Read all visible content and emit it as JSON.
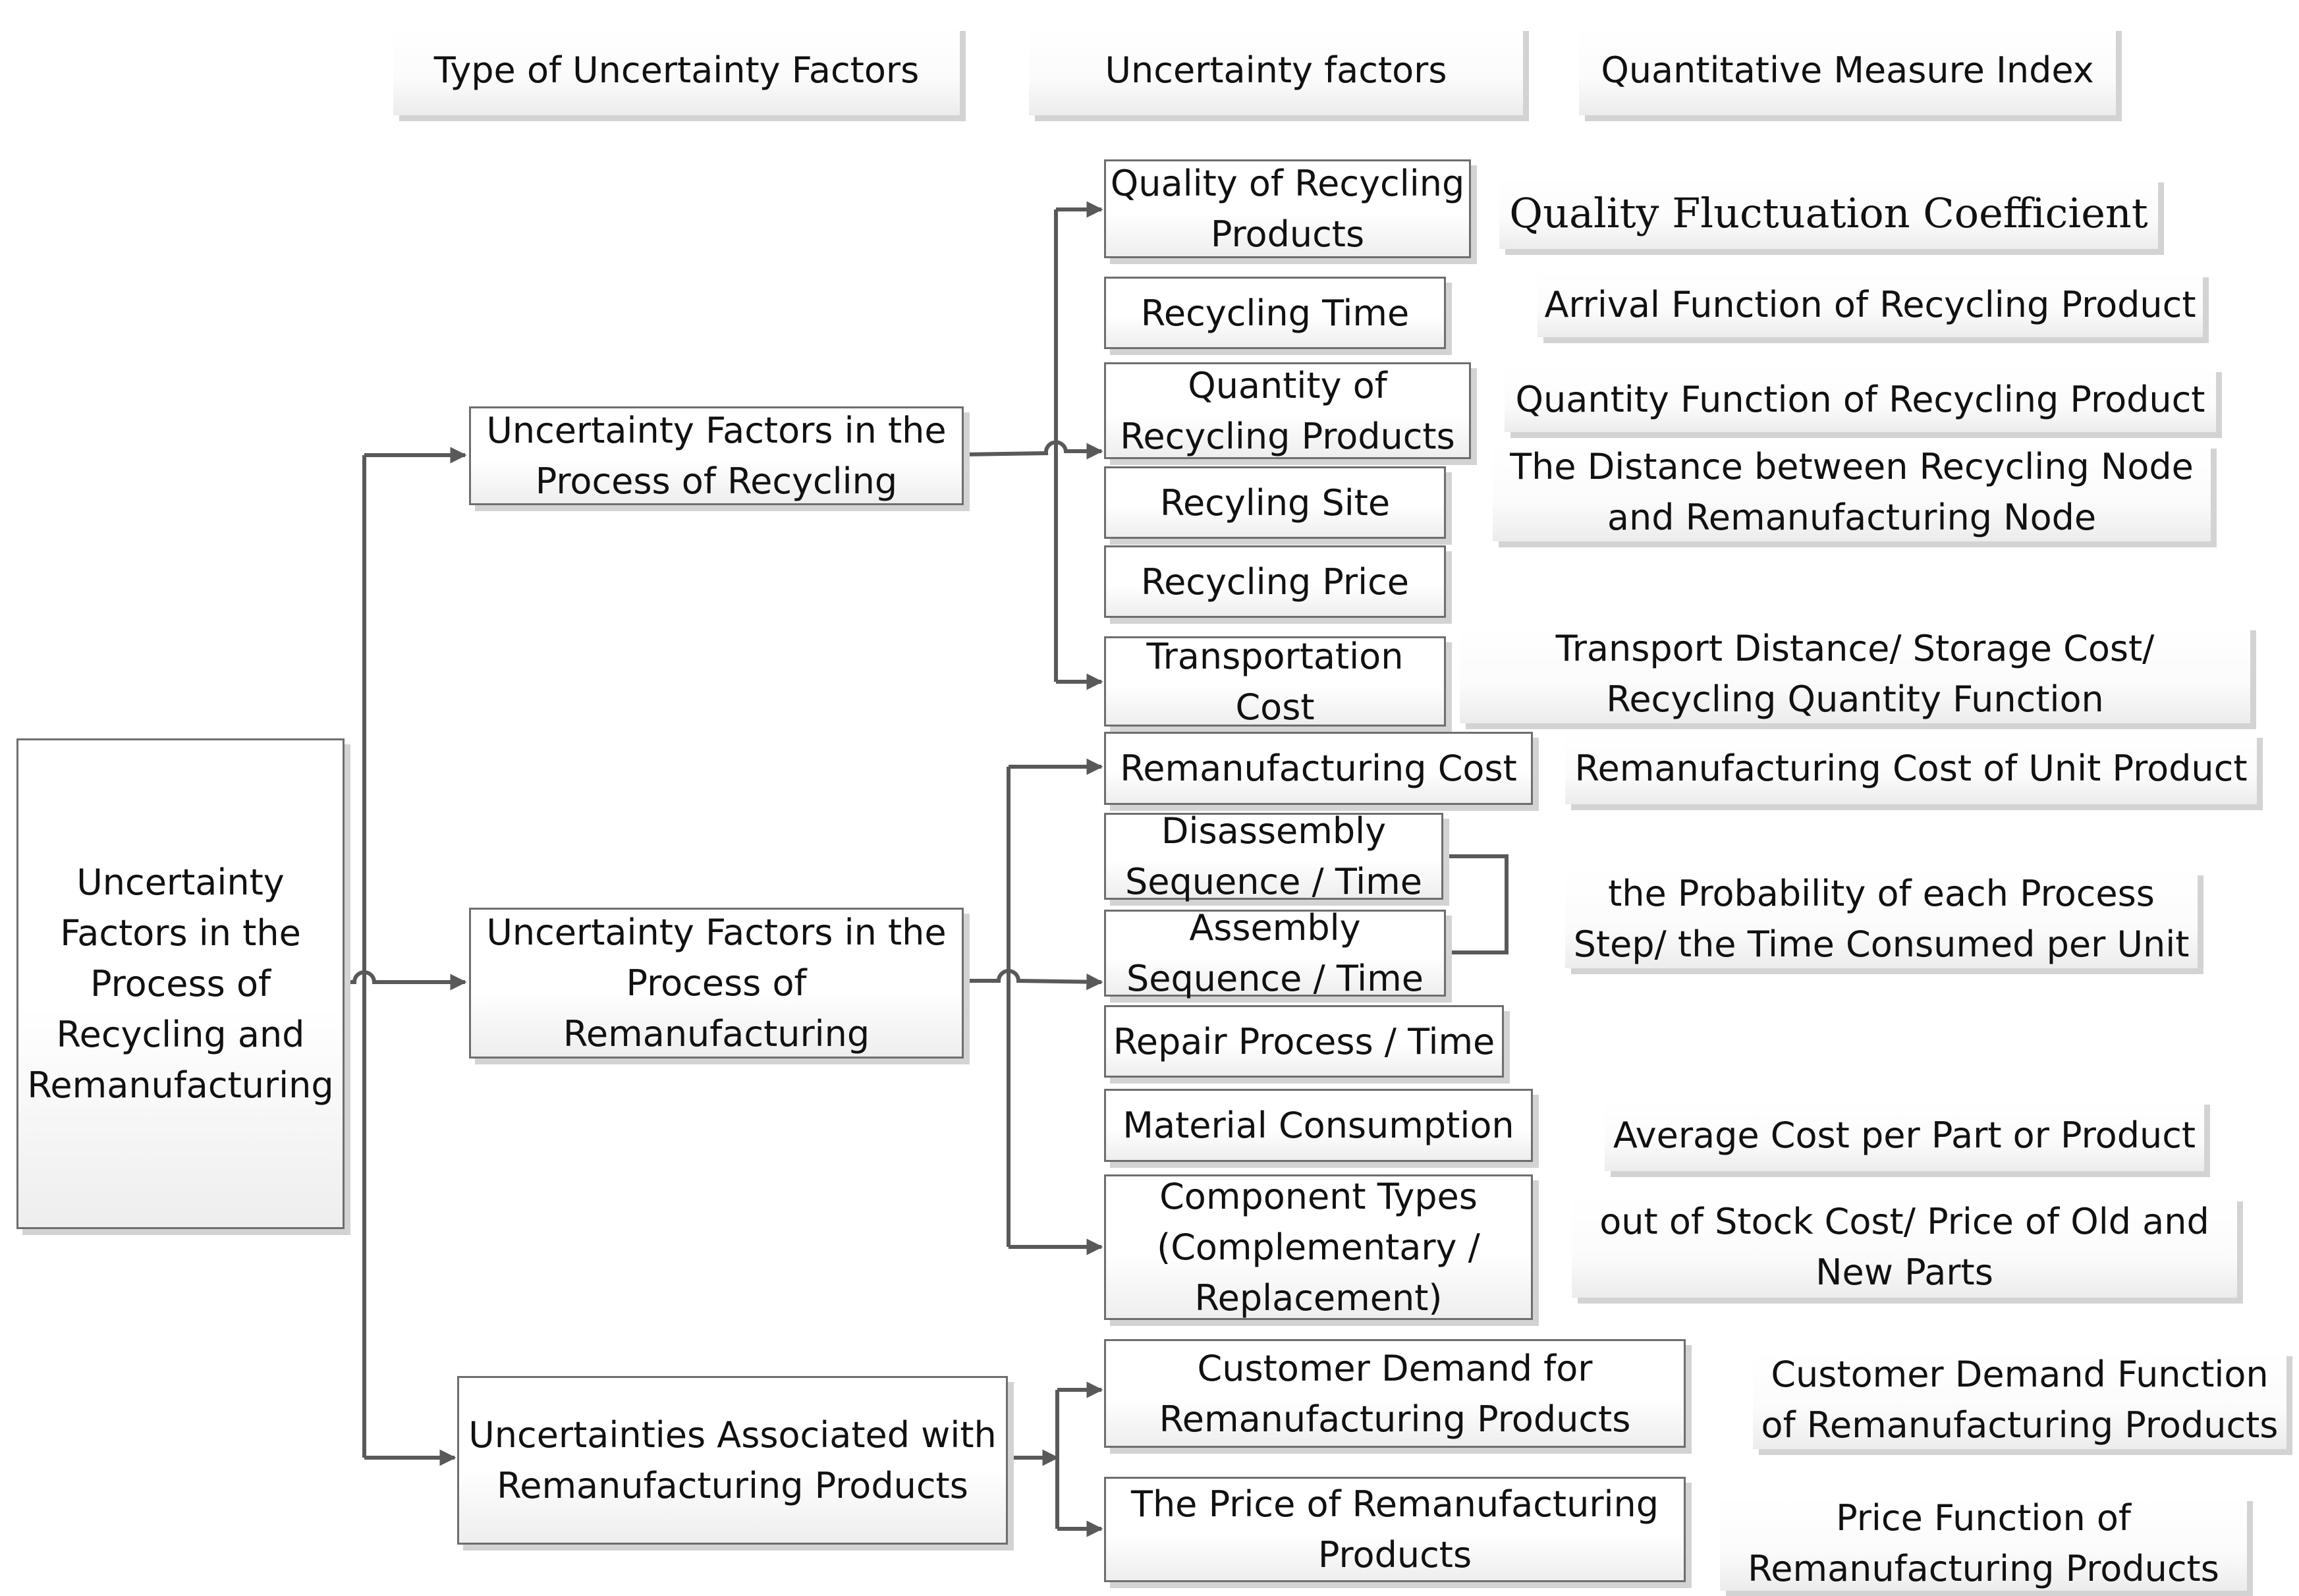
{
  "headers": {
    "type": "Type of Uncertainty Factors",
    "factors": "Uncertainty factors",
    "measure": "Quantitative Measure Index"
  },
  "root": "Uncertainty\nFactors in the\nProcess of\nRecycling and\nRemanufacturing",
  "types": {
    "recycling": "Uncertainty Factors in the\nProcess of Recycling",
    "remanufacturing": "Uncertainty Factors in the\nProcess of\nRemanufacturing",
    "products": "Uncertainties Associated with\nRemanufacturing Products"
  },
  "factors": {
    "quality": "Quality of Recycling\nProducts",
    "recycling_time": "Recycling Time",
    "quantity": "Quantity of\nRecycling Products",
    "site": "Recyling Site",
    "price": "Recycling Price",
    "transport": "Transportation\nCost",
    "reman_cost": "Remanufacturing Cost",
    "disassembly": "Disassembly\nSequence / Time",
    "assembly": "Assembly\nSequence / Time",
    "repair": "Repair Process / Time",
    "material": "Material Consumption",
    "component": "Component Types\n(Complementary /\nReplacement)",
    "demand": "Customer Demand for\nRemanufacturing Products",
    "product_price": "The Price of Remanufacturing\nProducts"
  },
  "measures": {
    "quality": "Quality Fluctuation Coefficient",
    "arrival": "Arrival Function of Recycling Product",
    "quantity": "Quantity Function of Recycling Product",
    "distance": "The Distance between Recycling Node\nand Remanufacturing Node",
    "transport": "Transport Distance/ Storage Cost/\nRecycling Quantity Function",
    "unit_cost": "Remanufacturing Cost of Unit Product",
    "probability": "the Probability of each Process\nStep/ the Time Consumed per Unit",
    "avg_cost": "Average Cost per Part or Product",
    "stock": "out of Stock Cost/ Price of Old and\nNew Parts",
    "demand": "Customer Demand Function\nof Remanufacturing Products",
    "price": "Price Function of\nRemanufacturing Products"
  },
  "colors": {
    "line": "#595959",
    "border": "#6e6e6e",
    "shadow": "#d3d3d3",
    "text": "#111111"
  }
}
